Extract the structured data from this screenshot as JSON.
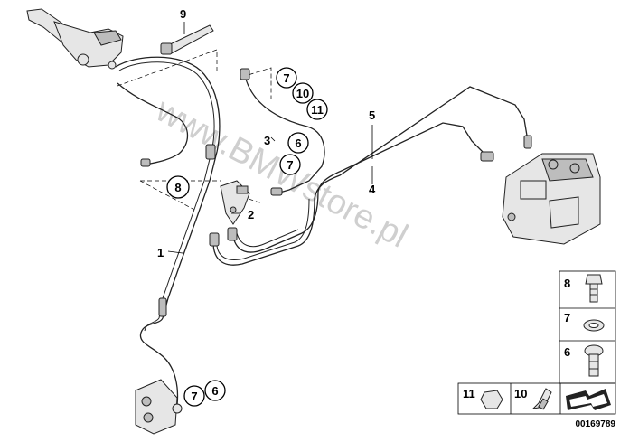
{
  "watermark": "www.BMWstore.pl",
  "callouts": {
    "c1": "1",
    "c2": "2",
    "c3": "3",
    "c4": "4",
    "c5": "5",
    "c9": "9"
  },
  "circles": {
    "a7": "7",
    "a10": "10",
    "a11": "11",
    "b6": "6",
    "b7": "7",
    "c8": "8",
    "d7": "7",
    "d6": "6"
  },
  "legend": {
    "r8": "8",
    "r7": "7",
    "r6": "6",
    "r11": "11",
    "r10": "10"
  },
  "diagram_id": "00169789"
}
